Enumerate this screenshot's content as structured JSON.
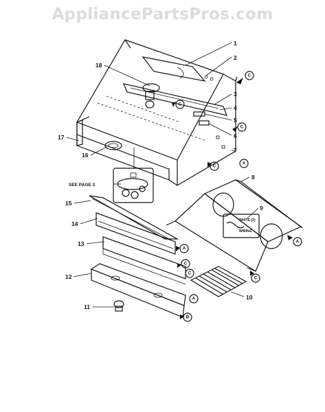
{
  "watermark": "AppliancePartsPros.com",
  "callouts": [
    "1",
    "2",
    "3",
    "4",
    "5",
    "6",
    "7",
    "8",
    "9",
    "10",
    "11",
    "12",
    "13",
    "14",
    "15",
    "16",
    "17",
    "18"
  ],
  "reference_note": "SEE PAGE 3",
  "connector_letters": [
    "A",
    "B",
    "C"
  ],
  "wiring_label_lines": [
    "WHITE (2)",
    "WIRING"
  ]
}
